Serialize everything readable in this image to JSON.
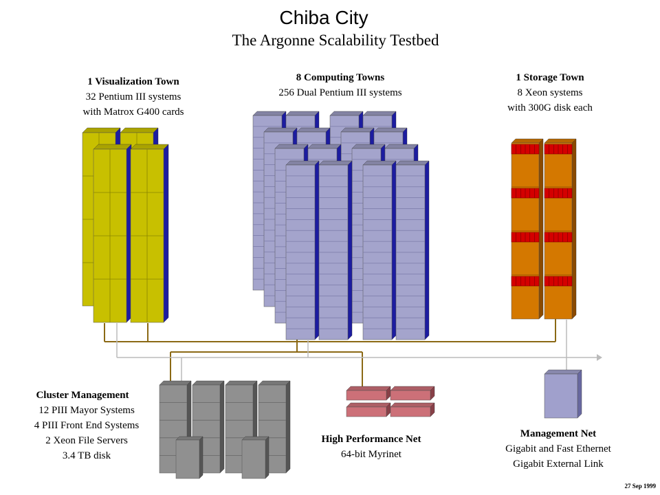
{
  "title": "Chiba City",
  "subtitle": "The Argonne Scalability Testbed",
  "viz_town": {
    "heading": "1 Visualization Town",
    "line1": "32 Pentium III systems",
    "line2": "with Matrox G400 cards"
  },
  "computing_towns": {
    "heading": "8 Computing Towns",
    "line1": "256  Dual Pentium III systems"
  },
  "storage_town": {
    "heading": "1 Storage Town",
    "line1": "8 Xeon systems",
    "line2": "with 300G disk each"
  },
  "cluster_mgmt": {
    "heading": "Cluster Management",
    "line1": "12 PIII Mayor Systems",
    "line2": "4 PIII Front End Systems",
    "line3": "2 Xeon File Servers",
    "line4": "3.4 TB disk"
  },
  "hp_net": {
    "heading": "High Performance Net",
    "line1": "64-bit Myrinet"
  },
  "mgmt_net": {
    "heading": "Management Net",
    "line1": "Gigabit and Fast Ethernet",
    "line2": "Gigabit External Link"
  },
  "date": "27 Sep 1999",
  "colors": {
    "viz": "#c8c000",
    "compute": "#a4a4cc",
    "compute_side": "#1c1ca0",
    "storage": "#d47800",
    "storage_band": "#d40000",
    "mgmt_server": "#909090",
    "myrinet": "#cc7078",
    "mgmt_net_box": "#a0a0cc",
    "brown_line": "#8b6914",
    "gray_line": "#bbbbbb"
  }
}
